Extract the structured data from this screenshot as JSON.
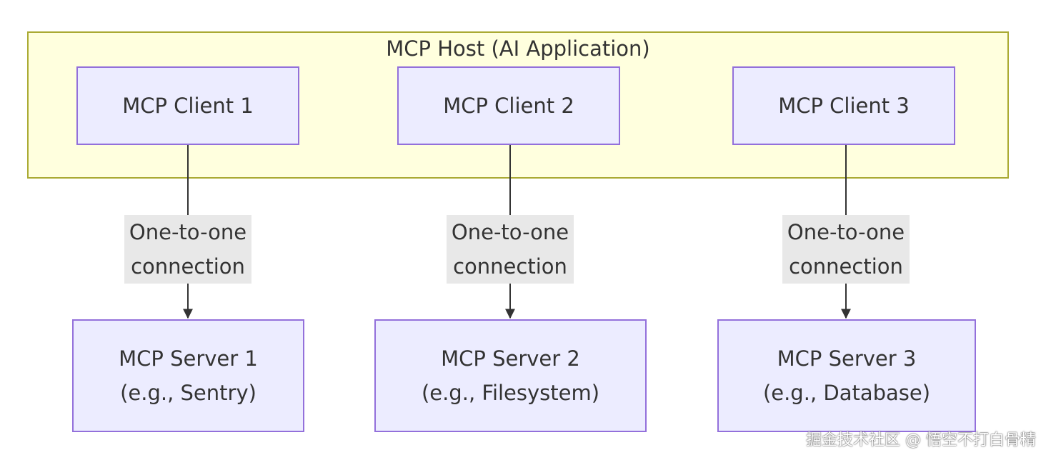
{
  "host": {
    "title": "MCP Host (AI Application)"
  },
  "clients": [
    {
      "label": "MCP Client 1"
    },
    {
      "label": "MCP Client 2"
    },
    {
      "label": "MCP Client 3"
    }
  ],
  "edges": [
    {
      "line1": "One-to-one",
      "line2": "connection"
    },
    {
      "line1": "One-to-one",
      "line2": "connection"
    },
    {
      "line1": "One-to-one",
      "line2": "connection"
    }
  ],
  "servers": [
    {
      "line1": "MCP Server 1",
      "line2": "(e.g., Sentry)"
    },
    {
      "line1": "MCP Server 2",
      "line2": "(e.g., Filesystem)"
    },
    {
      "line1": "MCP Server 3",
      "line2": "(e.g., Database)"
    }
  ],
  "watermark": "掘金技术社区 @ 悟空不打白骨精",
  "colors": {
    "host_fill": "#ffffde",
    "host_border": "#aaaa33",
    "node_fill": "#ececff",
    "node_border": "#9370db",
    "edge_label_bg": "#e8e8e8",
    "edge_line": "#333333"
  }
}
